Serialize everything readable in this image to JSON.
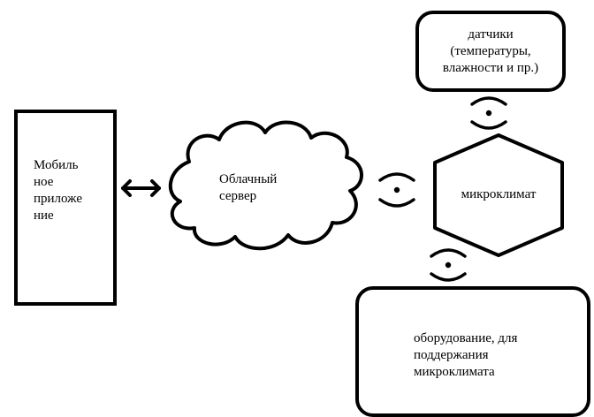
{
  "colors": {
    "stroke": "#000000",
    "fill": "#ffffff",
    "text": "#000000"
  },
  "nodes": {
    "mobile_app": {
      "label": "Мобиль\nное\nприложе\nние",
      "shape": "rectangle"
    },
    "cloud_server": {
      "label": "Облачный\nсервер",
      "shape": "cloud"
    },
    "sensors": {
      "label": "датчики\n(температуры,\nвлажности и пр.)",
      "shape": "rounded-rectangle"
    },
    "microclimate": {
      "label": "микроклимат",
      "shape": "hexagon"
    },
    "equipment": {
      "label": "оборудование, для\nподдержания\nмикроклимата",
      "shape": "rounded-rectangle"
    }
  },
  "connectors": [
    {
      "from": "mobile_app",
      "to": "cloud_server",
      "style": "double-arrow"
    },
    {
      "from": "cloud_server",
      "to": "microclimate",
      "style": "eye-symbol"
    },
    {
      "from": "sensors",
      "to": "microclimate",
      "style": "eye-symbol"
    },
    {
      "from": "microclimate",
      "to": "equipment",
      "style": "eye-symbol"
    }
  ]
}
